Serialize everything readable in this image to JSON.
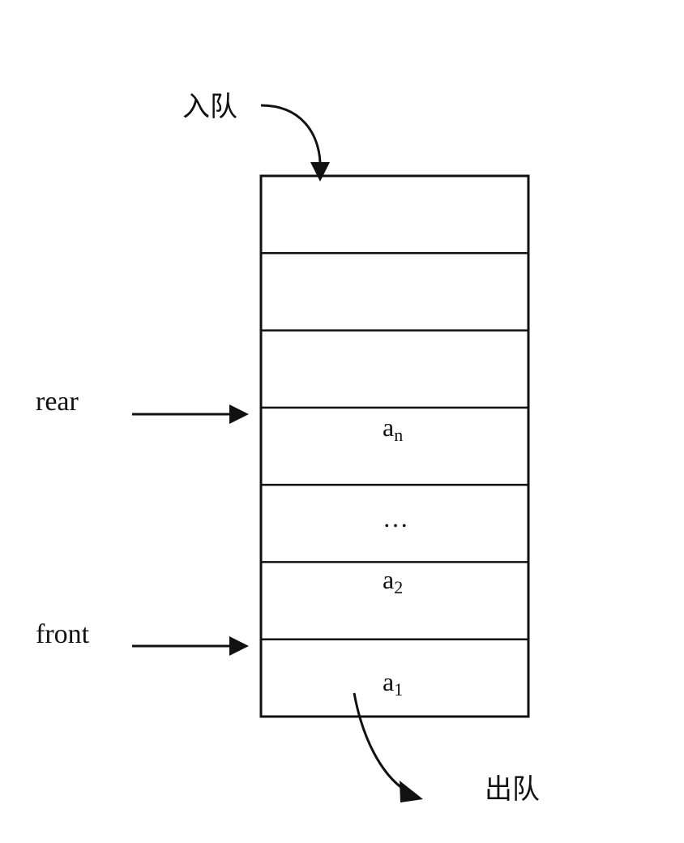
{
  "labels": {
    "enqueue": "入队",
    "dequeue": "出队",
    "rear": "rear",
    "front": "front"
  },
  "queue": {
    "slot_count": 7,
    "cells": [
      {
        "base": "",
        "sub": ""
      },
      {
        "base": "",
        "sub": ""
      },
      {
        "base": "",
        "sub": ""
      },
      {
        "base": "a",
        "sub": "n"
      },
      {
        "base": "…",
        "sub": ""
      },
      {
        "base": "a",
        "sub": "2"
      },
      {
        "base": "a",
        "sub": "1"
      }
    ],
    "rear_slot_index": 3,
    "front_slot_index": 6
  },
  "colors": {
    "stroke": "#111111",
    "background": "#ffffff"
  }
}
